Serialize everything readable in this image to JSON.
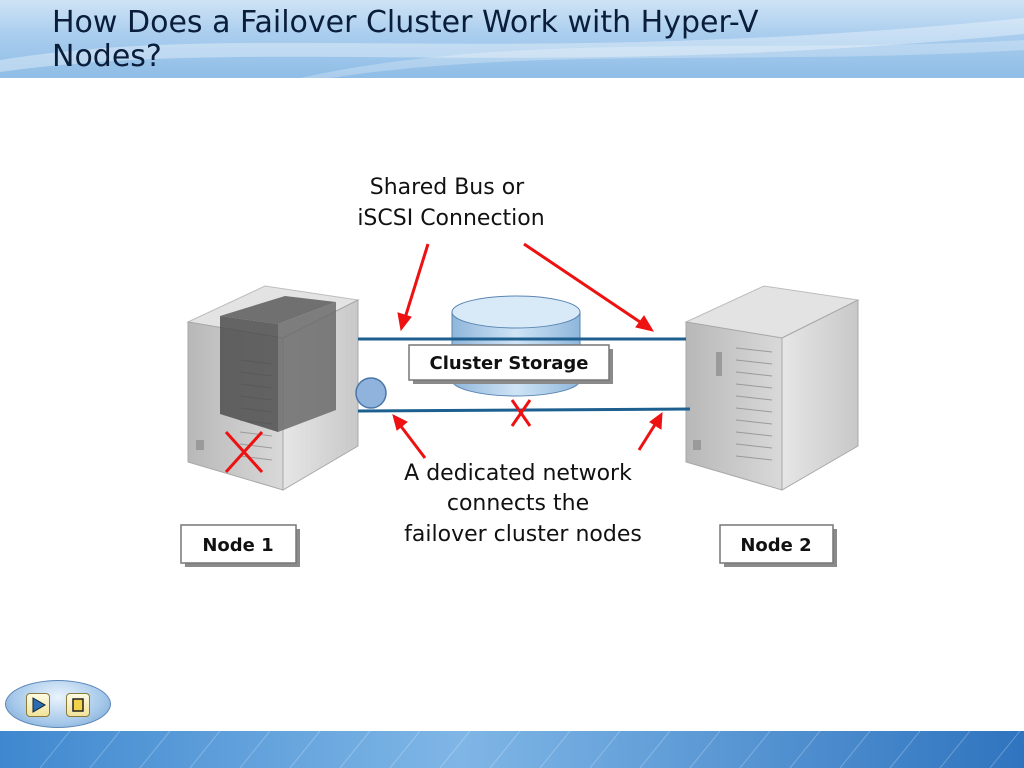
{
  "slide": {
    "title_line1": "How Does a Failover Cluster Work with Hyper-V",
    "title_line2": "Nodes?"
  },
  "diagram": {
    "bus_label": [
      "Shared Bus or",
      "iSCSI Connection"
    ],
    "storage_label": "Cluster Storage",
    "network_label": [
      "A dedicated network",
      "connects the",
      "failover cluster nodes"
    ],
    "node1_label": "Node 1",
    "node2_label": "Node 2"
  },
  "colors": {
    "arrow": "#ee1111",
    "connection_line": "#1d5f8f",
    "failure_mark": "#ee1111",
    "storage_fill": "#b9d6ef",
    "header": "#a9cdee",
    "footer": "#3f88cf"
  },
  "icons": {
    "play": "play-icon",
    "stop": "stop-icon",
    "server": "server-icon",
    "failure": "x-mark-icon"
  }
}
